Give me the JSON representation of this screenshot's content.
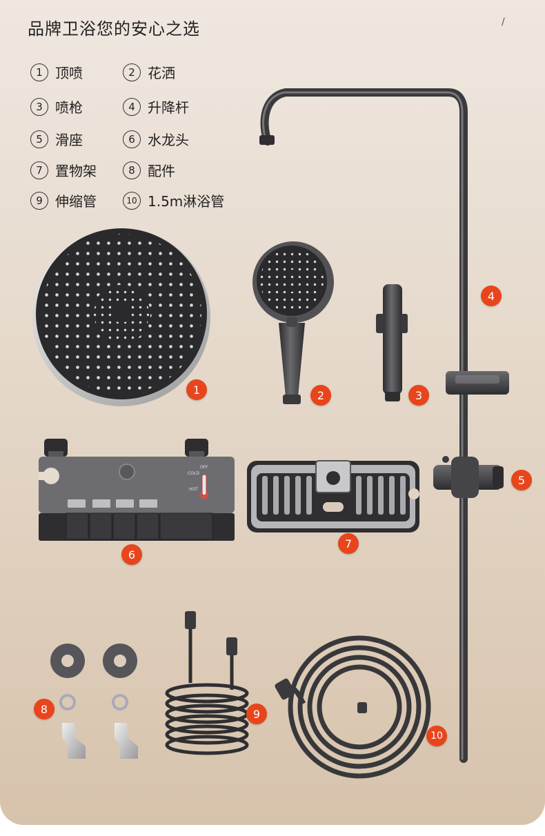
{
  "header": {
    "title": "品牌卫浴您的安心之选",
    "corner_mark": "/"
  },
  "legend": [
    {
      "num": "1",
      "label": "顶喷"
    },
    {
      "num": "2",
      "label": "花洒"
    },
    {
      "num": "3",
      "label": "喷枪"
    },
    {
      "num": "4",
      "label": "升降杆"
    },
    {
      "num": "5",
      "label": "滑座"
    },
    {
      "num": "6",
      "label": "水龙头"
    },
    {
      "num": "7",
      "label": "置物架"
    },
    {
      "num": "8",
      "label": "配件"
    },
    {
      "num": "9",
      "label": "伸缩管"
    },
    {
      "num": "10",
      "label": "1.5m淋浴管"
    }
  ],
  "badges": {
    "b1": "1",
    "b2": "2",
    "b3": "3",
    "b4": "4",
    "b5": "5",
    "b6": "6",
    "b7": "7",
    "b8": "8",
    "b9": "9",
    "b10": "10"
  },
  "faucet_labels": {
    "cold": "COLD",
    "off": "OFF",
    "hot": "HOT"
  },
  "colors": {
    "badge": "#e8451c",
    "metal_dark": "#3d3d40",
    "metal_mid": "#5a5a5e",
    "background": "#e2d3c3"
  }
}
